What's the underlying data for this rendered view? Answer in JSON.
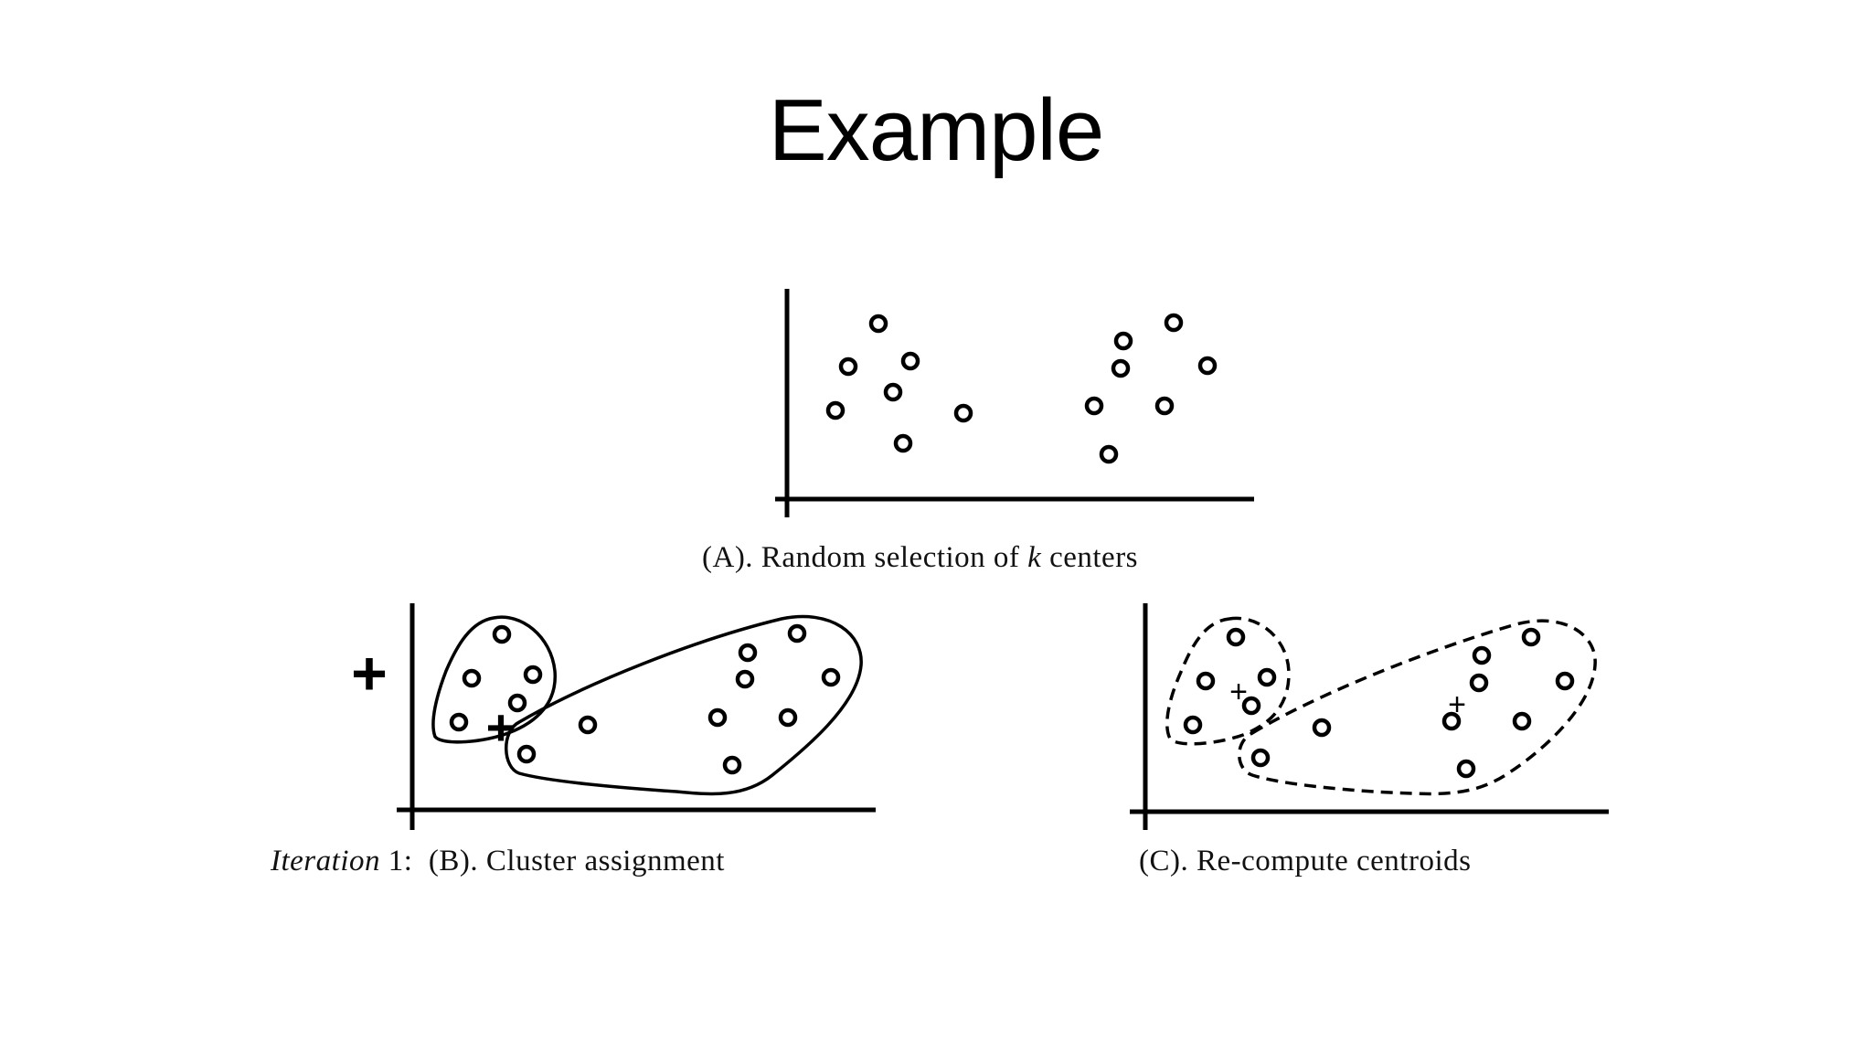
{
  "slide": {
    "title": "Example"
  },
  "panels": {
    "a": {
      "caption_prefix": "(A). Random selection of ",
      "caption_k": "k",
      "caption_suffix": " centers"
    },
    "b": {
      "caption_italic": "Iteration",
      "caption_rest": " 1:  (B). Cluster assignment",
      "centroid_marker": "+"
    },
    "c": {
      "caption": "(C). Re-compute centroids",
      "centroid_marker": "+"
    }
  },
  "colors": {
    "ink": "#000000",
    "background": "#ffffff"
  }
}
